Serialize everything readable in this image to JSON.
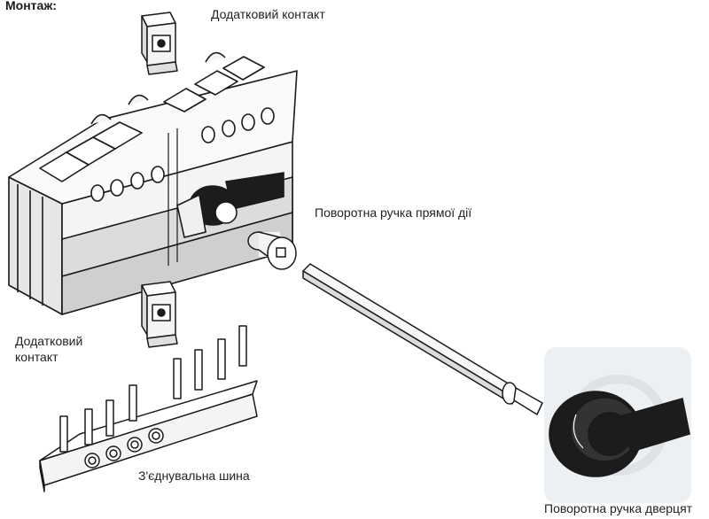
{
  "title": "Монтаж:",
  "labels": {
    "aux_contact_top": "Додатковий контакт",
    "direct_handle": "Поворотна ручка прямої дії",
    "aux_contact_bottom_line1": "Додатковий",
    "aux_contact_bottom_line2": "контакт",
    "busbar": "З'єднувальна шина",
    "door_handle": "Поворотна ручка дверцят"
  },
  "colors": {
    "line": "#1a1a1a",
    "body_fill": "#f2f2f2",
    "shade": "#d6d6d6",
    "handle_dark": "#1c1c1c",
    "watermark": "#e9ecef"
  }
}
